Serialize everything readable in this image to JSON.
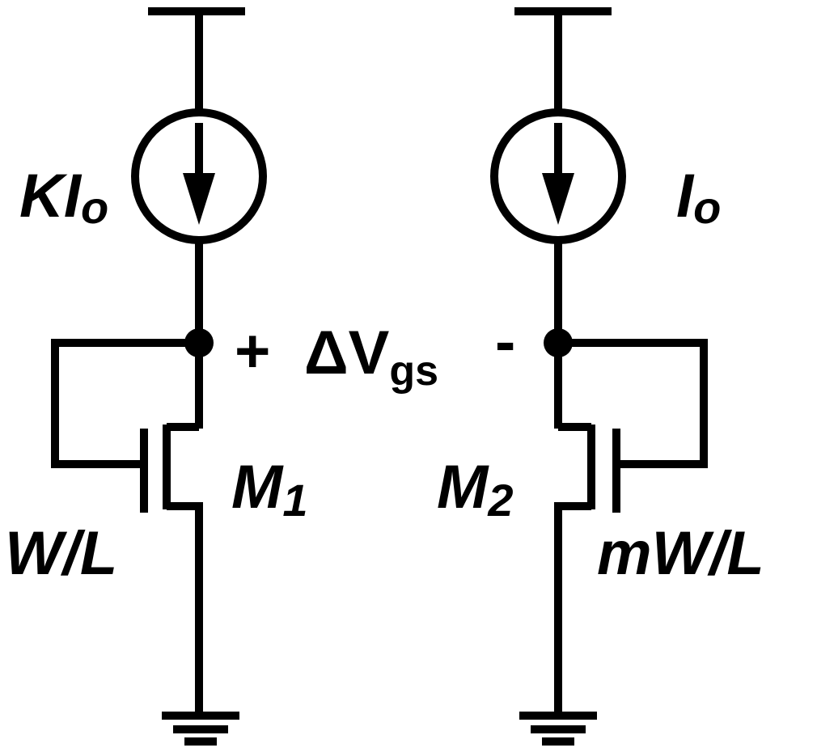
{
  "labels": {
    "left_source": {
      "main": "KI",
      "sub": "o"
    },
    "right_source": {
      "main": "I",
      "sub": "o"
    },
    "vgs": {
      "plus": "+",
      "main": "ΔV",
      "sub": "gs",
      "minus": "-"
    },
    "m1": {
      "main": "M",
      "sub": "1"
    },
    "m2": {
      "main": "M",
      "sub": "2"
    },
    "m1_size": "W/L",
    "m2_size": "mW/L"
  },
  "colors": {
    "stroke": "#000000",
    "background": "#ffffff"
  }
}
